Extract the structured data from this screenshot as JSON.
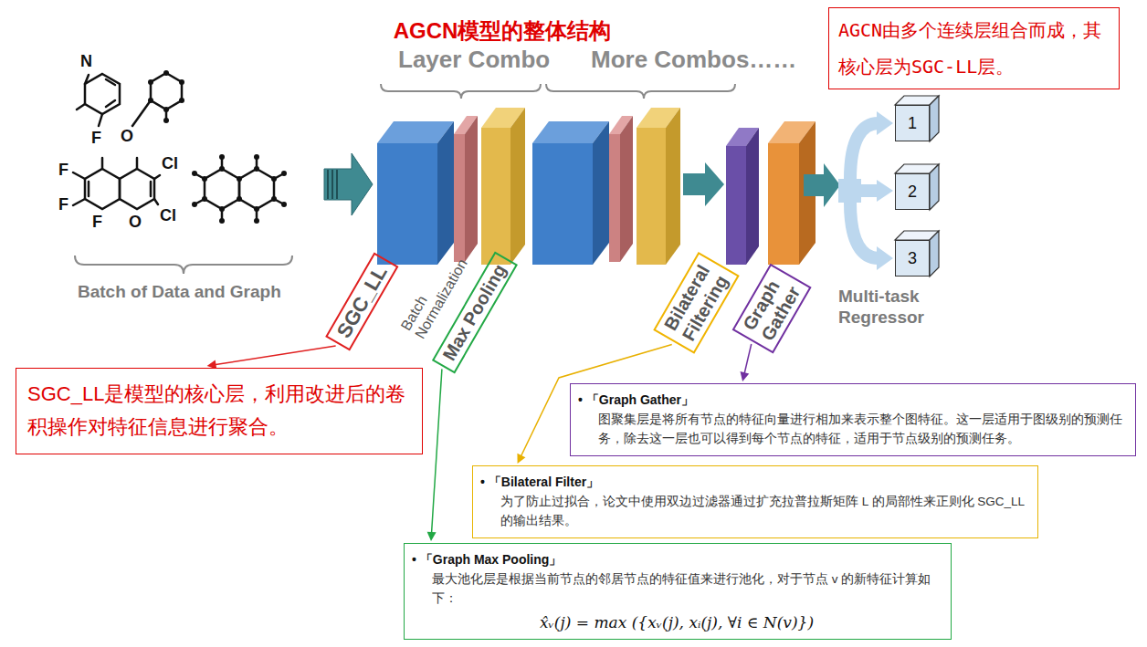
{
  "diagram": {
    "title": "AGCN模型的整体结构",
    "nodes": [
      {
        "text": [
          "AGCN由多个连续层组合而成，其核心层为SGC-LL层。"
        ]
      },
      {
        "text": [
          "SGC_LL"
        ]
      },
      {
        "text": [
          "Max Pooling"
        ]
      },
      {
        "text": [
          "Bilateral Filtering"
        ]
      },
      {
        "text": [
          "Graph Gather"
        ]
      },
      {
        "text": [
          "1"
        ]
      },
      {
        "text": [
          "2"
        ]
      },
      {
        "text": [
          "3"
        ]
      },
      {
        "text": [
          "SGC_LL是模型的核心层，利用改进后的卷积操作对特征信息进行聚合。"
        ]
      },
      {
        "text": [
          "• 「Graph Gather」",
          "图聚集层是将所有节点的特征向量进行相加来表示整个图特征。这一层适用于图级别的预测任务，除去这一层也可以得到每个节点的特征，适用于节点级别的预测任务。"
        ]
      },
      {
        "text": [
          "• 「Bilateral Filter」",
          "为了防止过拟合，论文中使用双边过滤器通过扩充拉普拉斯矩阵 L 的局部性来正则化 SGC_LL 的输出结果。"
        ]
      },
      {
        "text": [
          "• 「Graph Max Pooling」",
          "最大池化层是根据当前节点的邻居节点的特征值来进行池化，对于节点 v 的新特征计算如下：",
          "x̂ᵥ(j) = max ({xᵥ(j), xᵢ(j), ∀i ∈ N(v)})"
        ]
      }
    ],
    "edges": [
      {
        "from": 1,
        "to": 8,
        "arrow": "to"
      },
      {
        "from": 2,
        "to": 11,
        "arrow": "to"
      },
      {
        "from": 3,
        "to": 10,
        "arrow": "to"
      },
      {
        "from": 4,
        "to": 9,
        "arrow": "to"
      }
    ],
    "labels": [
      "Layer Combo",
      "More Combos……",
      "Batch of Data and Graph",
      "Batch Normalization",
      "Multi-task Regressor",
      "N",
      "F",
      "O",
      "F",
      "F",
      "F",
      "O",
      "Cl",
      "Cl"
    ]
  }
}
